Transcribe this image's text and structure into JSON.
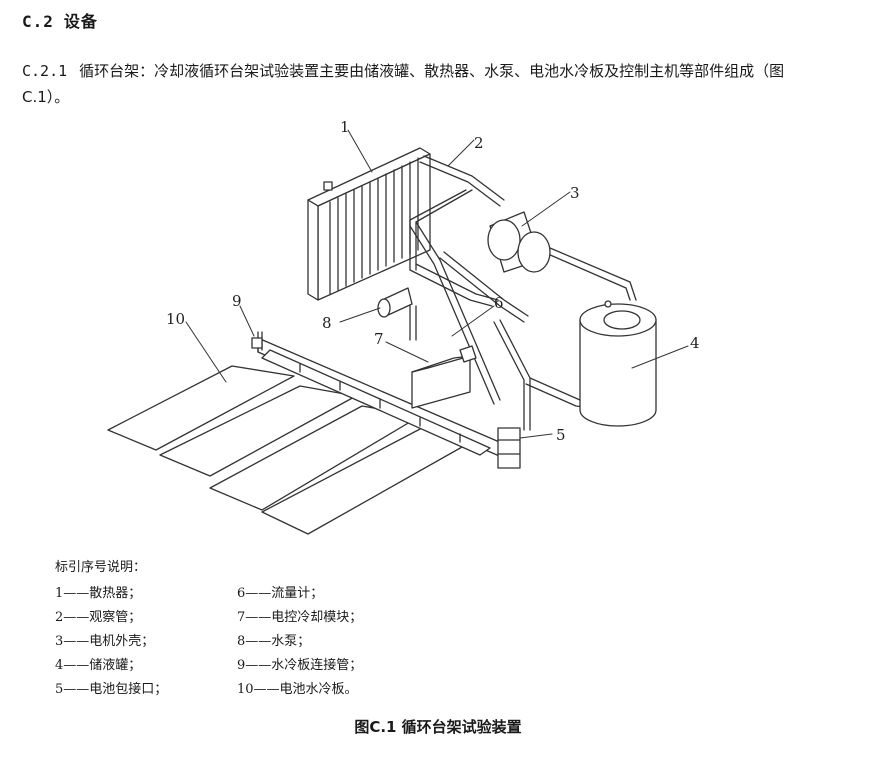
{
  "section": {
    "number": "C.2",
    "title": "设备"
  },
  "paragraph": {
    "number": "C.2.1",
    "text": "循环台架：冷却液循环台架试验装置主要由储液罐、散热器、水泵、电池水冷板及控制主机等部件组成（图C.1）。"
  },
  "figure": {
    "callouts": [
      "1",
      "2",
      "3",
      "4",
      "5",
      "6",
      "7",
      "8",
      "9",
      "10"
    ]
  },
  "legend": {
    "title": "标引序号说明：",
    "items": [
      "1——散热器；",
      "2——观察管；",
      "3——电机外壳；",
      "4——储液罐；",
      "5——电池包接口；",
      "6——流量计；",
      "7——电控冷却模块；",
      "8——水泵；",
      "9——水冷板连接管；",
      "10——电池水冷板。"
    ]
  },
  "caption": "图C.1  循环台架试验装置"
}
